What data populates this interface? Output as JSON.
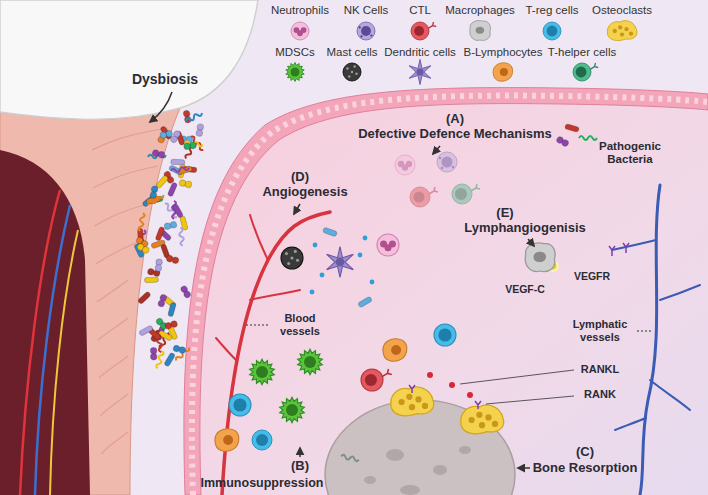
{
  "diagram": {
    "labels": [
      "Dysbiosis",
      "(A)",
      "Defective Defence Mechanisms",
      "Pathogenic Bacteria",
      "(E)",
      "Lymphangiogenisis",
      "VEGF-C",
      "VEGFR",
      "Lymphatic vessels",
      "(D)",
      "Angiogenesis",
      "Blood vessels",
      "RANKL",
      "RANK",
      "(C)",
      "Bone Resorption",
      "(B)",
      "Immunosuppression"
    ],
    "legend": [
      {
        "text": "Neutrophils"
      },
      {
        "text": "NK Cells"
      },
      {
        "text": "CTL"
      },
      {
        "text": "Macrophages"
      },
      {
        "text": "T-reg cells"
      },
      {
        "text": "Osteoclasts"
      },
      {
        "text": "MDSCs"
      },
      {
        "text": "Mast cells"
      },
      {
        "text": "Dendritic cells"
      },
      {
        "text": "B-Lymphocytes"
      },
      {
        "text": "T-helper cells"
      }
    ]
  }
}
